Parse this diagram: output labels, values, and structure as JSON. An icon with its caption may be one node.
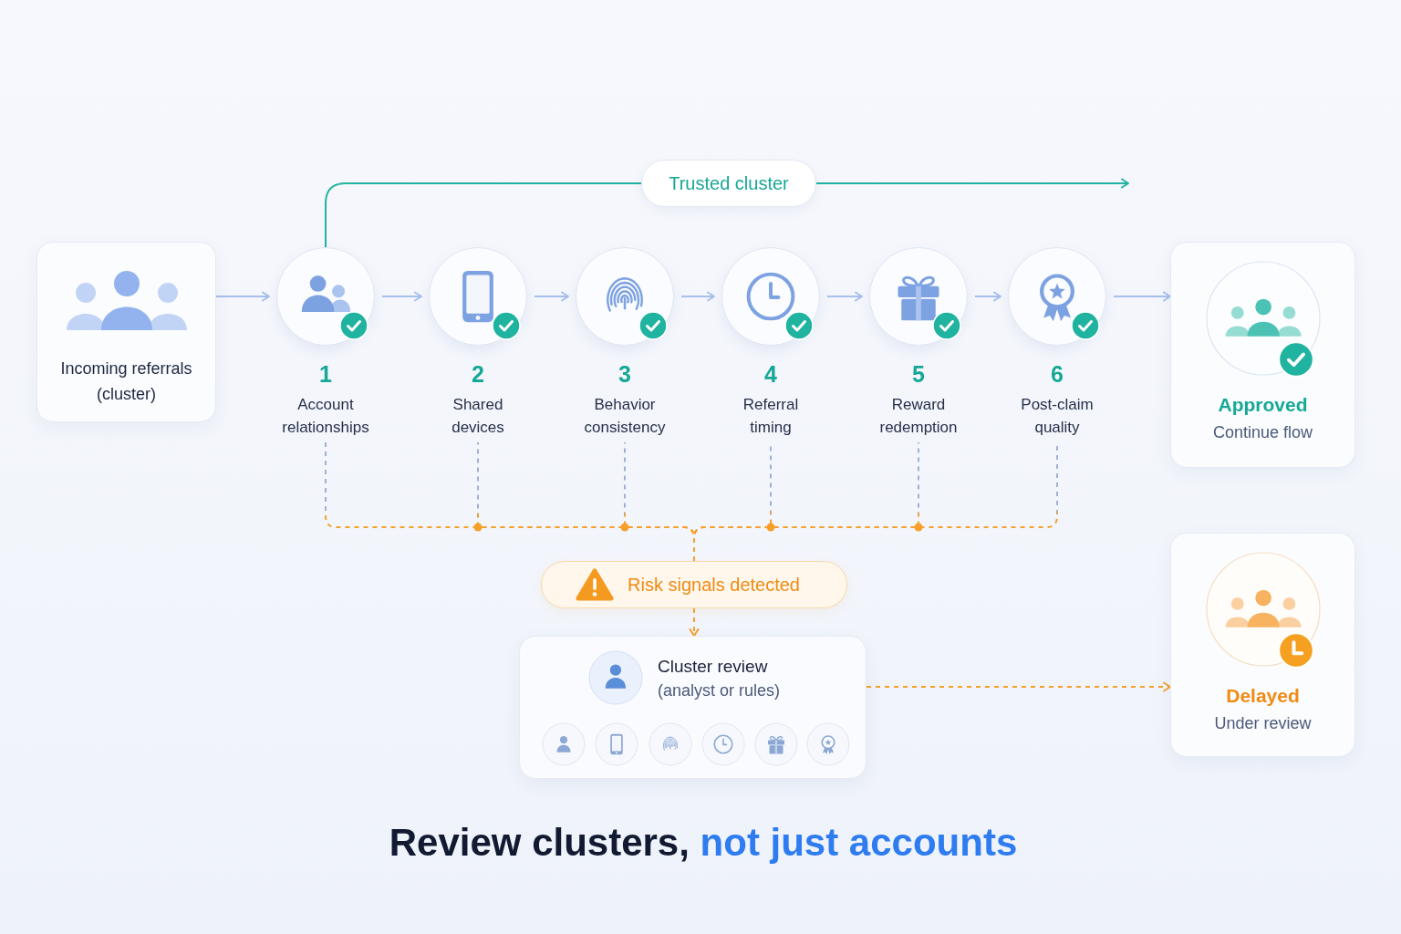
{
  "diagram": {
    "title": "Review clusters, not just accounts",
    "nodes": [
      {
        "text": [
          "Trusted cluster"
        ]
      },
      {
        "text": [
          "Incoming referrals (cluster)"
        ]
      },
      {
        "text": [
          "1",
          "Account relationships"
        ]
      },
      {
        "text": [
          "2",
          "Shared devices"
        ]
      },
      {
        "text": [
          "3",
          "Behavior consistency"
        ]
      },
      {
        "text": [
          "4",
          "Referral timing"
        ]
      },
      {
        "text": [
          "5",
          "Reward redemption"
        ]
      },
      {
        "text": [
          "6",
          "Post-claim quality"
        ]
      },
      {
        "text": [
          "Approved",
          "Continue flow"
        ]
      },
      {
        "text": [
          "Risk signals detected"
        ]
      },
      {
        "text": [
          "Cluster review",
          "(analyst or rules)"
        ]
      },
      {
        "text": [
          "Delayed",
          "Under review"
        ]
      }
    ],
    "edges": [
      {
        "from": 1,
        "to": 2,
        "arrow": "to"
      },
      {
        "from": 2,
        "to": 3,
        "arrow": "to"
      },
      {
        "from": 3,
        "to": 4,
        "arrow": "to"
      },
      {
        "from": 4,
        "to": 5,
        "arrow": "to"
      },
      {
        "from": 5,
        "to": 6,
        "arrow": "to"
      },
      {
        "from": 6,
        "to": 7,
        "arrow": "to"
      },
      {
        "from": 7,
        "to": 8,
        "arrow": "to"
      },
      {
        "from": 2,
        "to": 0,
        "arrow": "none",
        "color": "#1fb3a0"
      },
      {
        "from": 0,
        "to": null,
        "arrow": "to",
        "color": "#1fb3a0"
      },
      {
        "from": 2,
        "to": 9,
        "arrow": "none",
        "style": "dashed",
        "color": "#f5a02a"
      },
      {
        "from": 3,
        "to": 9,
        "arrow": "none",
        "style": "dashed",
        "color": "#f5a02a"
      },
      {
        "from": 4,
        "to": 9,
        "arrow": "none",
        "style": "dashed",
        "color": "#f5a02a"
      },
      {
        "from": 5,
        "to": 9,
        "arrow": "none",
        "style": "dashed",
        "color": "#f5a02a"
      },
      {
        "from": 6,
        "to": 9,
        "arrow": "none",
        "style": "dashed",
        "color": "#f5a02a"
      },
      {
        "from": 7,
        "to": 9,
        "arrow": "none",
        "style": "dashed",
        "color": "#f5a02a"
      },
      {
        "from": 9,
        "to": 10,
        "arrow": "to",
        "style": "dashed",
        "color": "#f5a02a"
      },
      {
        "from": 10,
        "to": 11,
        "arrow": "to",
        "style": "dashed",
        "color": "#f5a02a"
      }
    ]
  }
}
